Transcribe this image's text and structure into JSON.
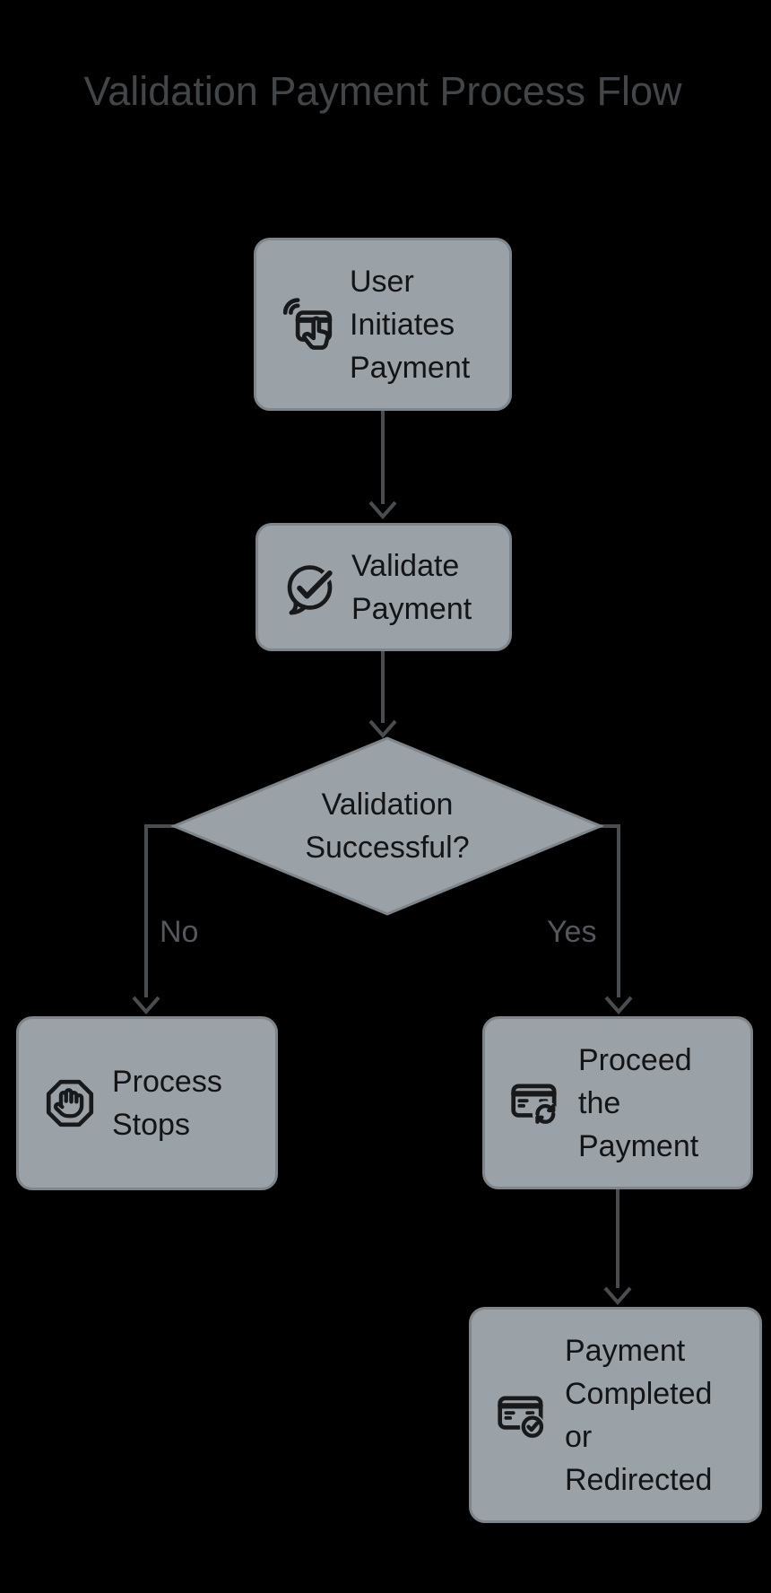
{
  "title": "Validation Payment Process Flow",
  "diagram_type": "flowchart-top-down",
  "nodes": {
    "start": {
      "label": "User\nInitiates\nPayment",
      "icon": "contactless-payment-icon",
      "shape": "rounded-rect"
    },
    "validate": {
      "label": "Validate\nPayment",
      "icon": "message-check-icon",
      "shape": "rounded-rect"
    },
    "decision": {
      "label": "Validation\nSuccessful?",
      "icon": null,
      "shape": "diamond"
    },
    "stop": {
      "label": "Process\nStops",
      "icon": "stop-hand-icon",
      "shape": "rounded-rect"
    },
    "proceed": {
      "label": "Proceed\nthe\nPayment",
      "icon": "card-refresh-icon",
      "shape": "rounded-rect"
    },
    "complete": {
      "label": "Payment\nCompleted\nor\nRedirected",
      "icon": "card-check-icon",
      "shape": "rounded-rect"
    }
  },
  "edges": {
    "start_validate": {
      "from": "start",
      "to": "validate",
      "label": ""
    },
    "validate_decision": {
      "from": "validate",
      "to": "decision",
      "label": ""
    },
    "no": {
      "from": "decision",
      "to": "stop",
      "label": "No"
    },
    "yes": {
      "from": "decision",
      "to": "proceed",
      "label": "Yes"
    },
    "proceed_complete": {
      "from": "proceed",
      "to": "complete",
      "label": ""
    }
  },
  "colors": {
    "background": "#000000",
    "node_fill": "#9AA1A7",
    "node_border": "#7E858B",
    "node_text": "#121416",
    "icon_stroke": "#17191B",
    "arrow": "#4A4D50",
    "title_text": "#434649",
    "edge_label_text": "#54575B"
  }
}
